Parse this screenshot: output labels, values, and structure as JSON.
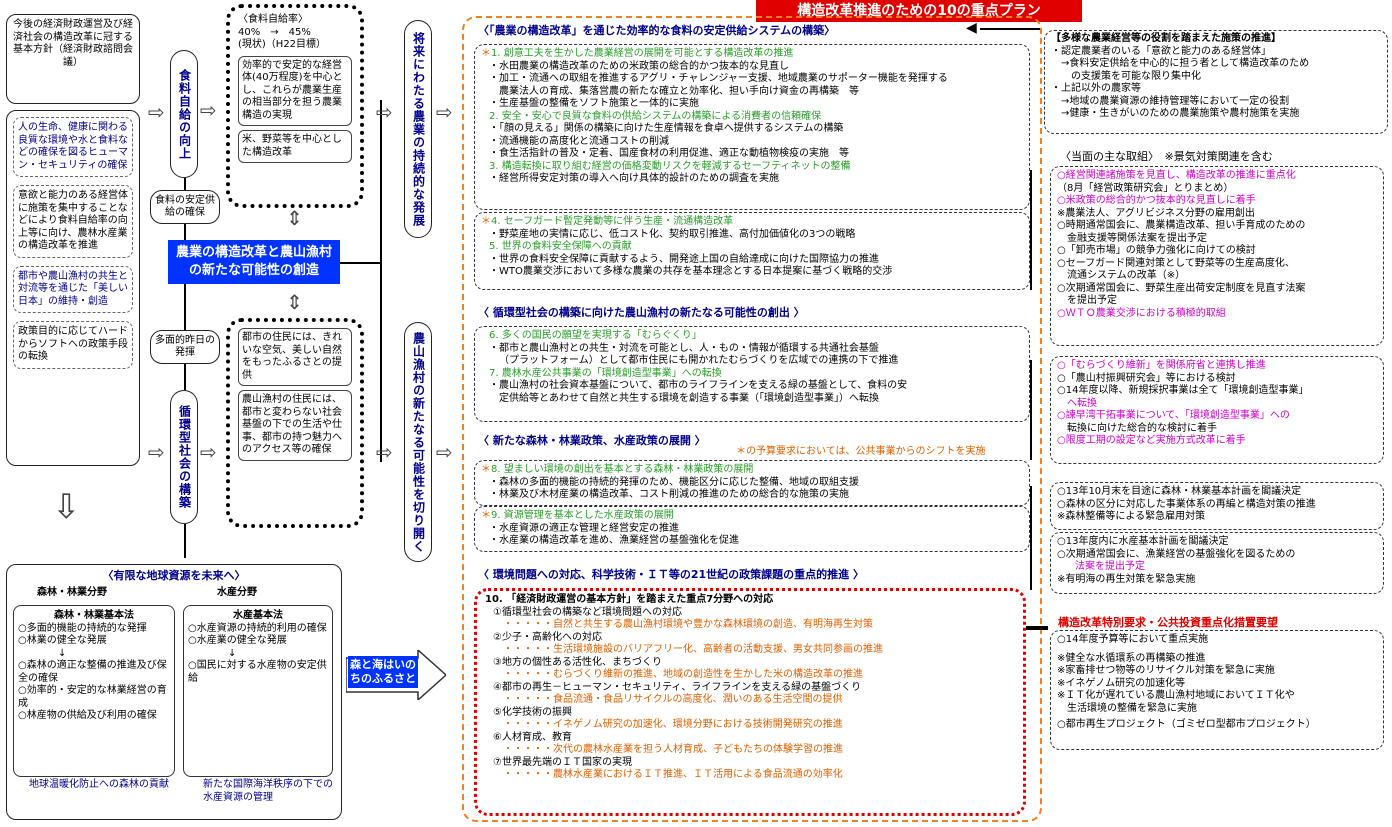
{
  "title": "構造改革推進のための10の重点プラン",
  "left": {
    "policy_box": "今後の経済財政運営及び経済社会の構造改革に冠する基本方針（経済財政諮問会議）",
    "points": [
      "人の生命、健康に関わる良質な環境や水と食料などの確保を図るヒューマン・セキュリティの確保",
      "意欲と能力のある経営体に施策を集中することなどにより食料自給率の向上等に向け、農林水産業の構造改革を推進",
      "都市や農山漁村の共生と対流等を通じた「美しい日本」の維持・創造",
      "政策目的に応じてハードからソフトへの政策手段の転換"
    ],
    "vert_food": "食料自給の向上",
    "vert_cycle": "循環型社会の構築",
    "food_security": "食料の安定供給の確保",
    "multi_role": "多面的昨日の発揮",
    "center": "農業の構造改革と農山漁村の新たな可能性の創造",
    "top_box": {
      "label": "〈食料自給率〉",
      "rate": "40%　→　45%",
      "sub": "(現状)（H22目標）",
      "body": "効率的で安定的な経営体(40万程度)を中心とし、これらが農業生産の相当部分を担う農業構造の実現",
      "crop": "米、野菜等を中心とした構造改革"
    },
    "bottom_box": {
      "p1": "都市の住民には、きれいな空気、美しい自然をもったふるさとの提供",
      "p2": "農山漁村の住民には、都市と変わらない社会基盤の下での生活や仕事、都市の持つ魅力へのアクセス等の確保"
    },
    "vert_future": "将来にわたる農業の持続的な発展",
    "vert_village": "農山漁村の新たなる可能性を切り開く"
  },
  "limited": {
    "title": "〈有限な地球資源を未来へ〉",
    "forest_h": "森林・林業分野",
    "water_h": "水産分野",
    "forest_law": "森林・林業基本法",
    "water_law": "水産基本法",
    "forest_items": [
      "○多面的機能の持続的な発揮",
      "○林業の健全な発展",
      "↓",
      "○森林の適正な整備の推進及び保全の確保",
      "○効率的・安定的な林業経営の育成",
      "○林産物の供給及び利用の確保"
    ],
    "water_items": [
      "○水産資源の持続的利用の確保",
      "○水産業の健全な発展",
      "↓",
      "○国民に対する水産物の安定供給"
    ],
    "forest_out": "地球温暖化防止への森林の貢献",
    "water_out": "新たな国際海洋秩序の下での水産資源の管理",
    "sea": "森と海はいのちのふるさと"
  },
  "plan": {
    "s1": "〈「農業の構造改革」を通じた効率的な食料の安定供給システムの構築〉",
    "p1": "1. 創意工夫を生かした農業経営の展開を可能とする構造改革の推進",
    "p1a": "・水田農業の構造改革のための米政策の総合的かつ抜本的な見直し",
    "p1b": "・加工・流通への取組を推進するアグリ・チャレンジャー支援、地域農業のサポーター機能を発揮する",
    "p1b2": "農業法人の育成、集落営農の新たな確立と効率化、担い手向け資金の再構築　等",
    "p1c": "・生産基盤の整備をソフト施策と一体的に実施",
    "p2": "2. 安全・安心で良質な食料の供給システムの構築による消費者の信頼確保",
    "p2a": "・「顔の見える」関係の構築に向けた生産情報を食卓へ提供するシステムの構築",
    "p2b": "・流通機能の高度化と流通コストの削減",
    "p2c": "・食生活指針の普及・定着、国産食材の利用促進、適正な動植物検疫の実施　等",
    "p3": "3. 構造転換に取り組む経営の価格変動リスクを軽減するセーフティネットの整備",
    "p3a": "・経営所得安定対策の導入へ向け具体的設計のための調査を実施",
    "p4": "4. セーフガード暫定発動等に伴う生産・流通構造改革",
    "p4a": "・野菜産地の実情に応じ、低コスト化、契約取引推進、高付加価値化の3つの戦略",
    "p5": "5. 世界の食料安全保障への貢献",
    "p5a": "・世界の食料安全保障に貢献するよう、開発途上国の自給達成に向けた国際協力の推進",
    "p5b": "・WTO農業交渉において多様な農業の共存を基本理念とする日本提案に基づく戦略的交渉",
    "s2": "〈 循環型社会の構築に向けた農山漁村の新たなる可能性の創出 〉",
    "p6": "6. 多くの国民の願望を実現する「むらぐくり」",
    "p6a": "・都市と農山漁村との共生・対流を可能とし、人・もの・情報が循環する共通社会基盤",
    "p6a2": "（プラットフォーム）として都市住民にも開かれたむらづくりを広域での連携の下で推進",
    "p7": "7. 農林水産公共事業の「環境創造型事業」への転換",
    "p7a": "・農山漁村の社会資本基盤について、都市のライフラインを支える緑の基盤として、食料の安",
    "p7a2": "定供給等とあわせて自然と共生する環境を創造する事業（「環境創造型事業」）へ転換",
    "s3": "〈 新たな森林・林業政策、水産政策の展開 〉",
    "s3note": "の予算要求においては、公共事業からのシフトを実施",
    "p8": "8. 望ましい環境の創出を基本とする森林・林業政策の展開",
    "p8a": "・森林の多面的機能の持続的発揮のため、機能区分に応じた整備、地域の取組支援",
    "p8b": "・林業及び木材産業の構造改革、コスト削減の推進のための総合的な施策の実施",
    "p9": "9. 資源管理を基本とした水産政策の展開",
    "p9a": "・水産資源の適正な管理と経営安定の推進",
    "p9b": "・水産業の構造改革を進め、漁業経営の基盤強化を促進",
    "s4": "〈 環境問題への対応、科学技術・ＩＴ等の21世紀の政策課題の重点的推進 〉",
    "p10": "10. 「経済財政運営の基本方針」を踏まえた重点7分野への対応",
    "areas": [
      {
        "h": "①循環型社会の構築など環境問題への対応",
        "d": "・・・・・自然と共生する農山漁村環境や豊かな森林環境の創造、有明海再生対策"
      },
      {
        "h": "②少子・高齢化への対応",
        "d": "・・・・・生活環境施設のバリアフリー化、高齢者の活動支援、男女共同参画の推進"
      },
      {
        "h": "③地方の個性ある活性化、まちづくり",
        "d": "・・・・・むらづくり維新の推進、地域の創造性を生かした米の構造改革の推進"
      },
      {
        "h": "④都市の再生－ヒューマン・セキュリティ、ライフラインを支える緑の基盤づくり",
        "d": "・・・・・食品流通・食品リサイクルの高度化、潤いのある生活空間の提供"
      },
      {
        "h": "⑤化学技術の振興",
        "d": "・・・・・イネゲノム研究の加速化、環境分野における技術開発研究の推進"
      },
      {
        "h": "⑥人材育成、教育",
        "d": "・・・・・次代の農林水産業を担う人材育成、子どもたちの体験学習の推進"
      },
      {
        "h": "⑦世界最先端のＩＴ国家の実現",
        "d": "・・・・・農林水産業におけるＩＴ推進、ＩＴ活用による食品流通の効率化"
      }
    ]
  },
  "right": {
    "diverse_title": "【多様な農業経営等の役割を踏まえた施策の推進】",
    "diverse": [
      "・認定農業者のいる「意欲と能力のある経営体」",
      "　→食料安定供給を中心的に担う者として構造改革のため",
      "　　の支援策を可能な限り集中化",
      "・上記以外の農家等",
      "　→地域の農業資源の維持管理等において一定の役割",
      "　→健康・生きがいのための農業施策や農村施策を実施"
    ],
    "current_title": "〈当面の主な取組〉　※景気対策関連を含む",
    "current": [
      "○経営関連諸施策を見直し、構造改革の推進に重点化",
      "（8月「経営政策研究会」とりまとめ）",
      "○米政策の総合的かつ抜本的な見直しに着手",
      "※農業法人、アグリビジネス分野の雇用創出",
      "○時期通常国会に、農業構造改革、担い手育成のための",
      "　金融支援等関係法案を提出予定",
      "○「卸売市場」の競争力強化に向けての検討",
      "○セーフガード関連対策として野菜等の生産高度化、",
      "　流通システムの改革（※）",
      "○次期通常国会に、野菜生産出荷安定制度を見直す法案",
      "　を提出予定",
      "○ＷＴＯ農業交渉における積極的取組"
    ],
    "mura": [
      "○「むらづくり維新」を関係府省と連携し推進",
      "○「農山村振興研究会」等における検討",
      "○14年度以降、新規採択事業は全て「環境創造型事業」",
      "　へ転換",
      "○諫早湾干拓事業について、「環境創造型事業」への",
      "　転換に向けた総合的な検討に着手",
      "○限度工期の設定など実施方式改革に着手"
    ],
    "forest": [
      "○13年10月末を目途に森林・林業基本計画を閣議決定",
      "○森林の区分に対応した事業体系の再編と構造対策の推進",
      "※森林整備等による緊急雇用対策"
    ],
    "water": [
      "○13年度内に水産基本計画を閣議決定",
      "○次期通常国会に、漁業経営の基盤強化を図るための",
      "　法案を提出予定",
      "※有明海の再生対策を緊急実施"
    ],
    "special_title": "構造改革特別要求・公共投資重点化措置要望",
    "special": [
      "○14年度予算等において重点実施",
      "※健全な水循環系の再構築の推進",
      "※家畜排せつ物等のリサイクル対策を緊急に実施",
      "※イネゲノム研究の加速化等",
      "※ＩＴ化が遅れている農山漁村地域においてＩＴ化や",
      "　生活環境の整備を緊急に実施",
      "○都市再生プロジェクト（ゴミゼロ型都市プロジェクト）"
    ]
  }
}
